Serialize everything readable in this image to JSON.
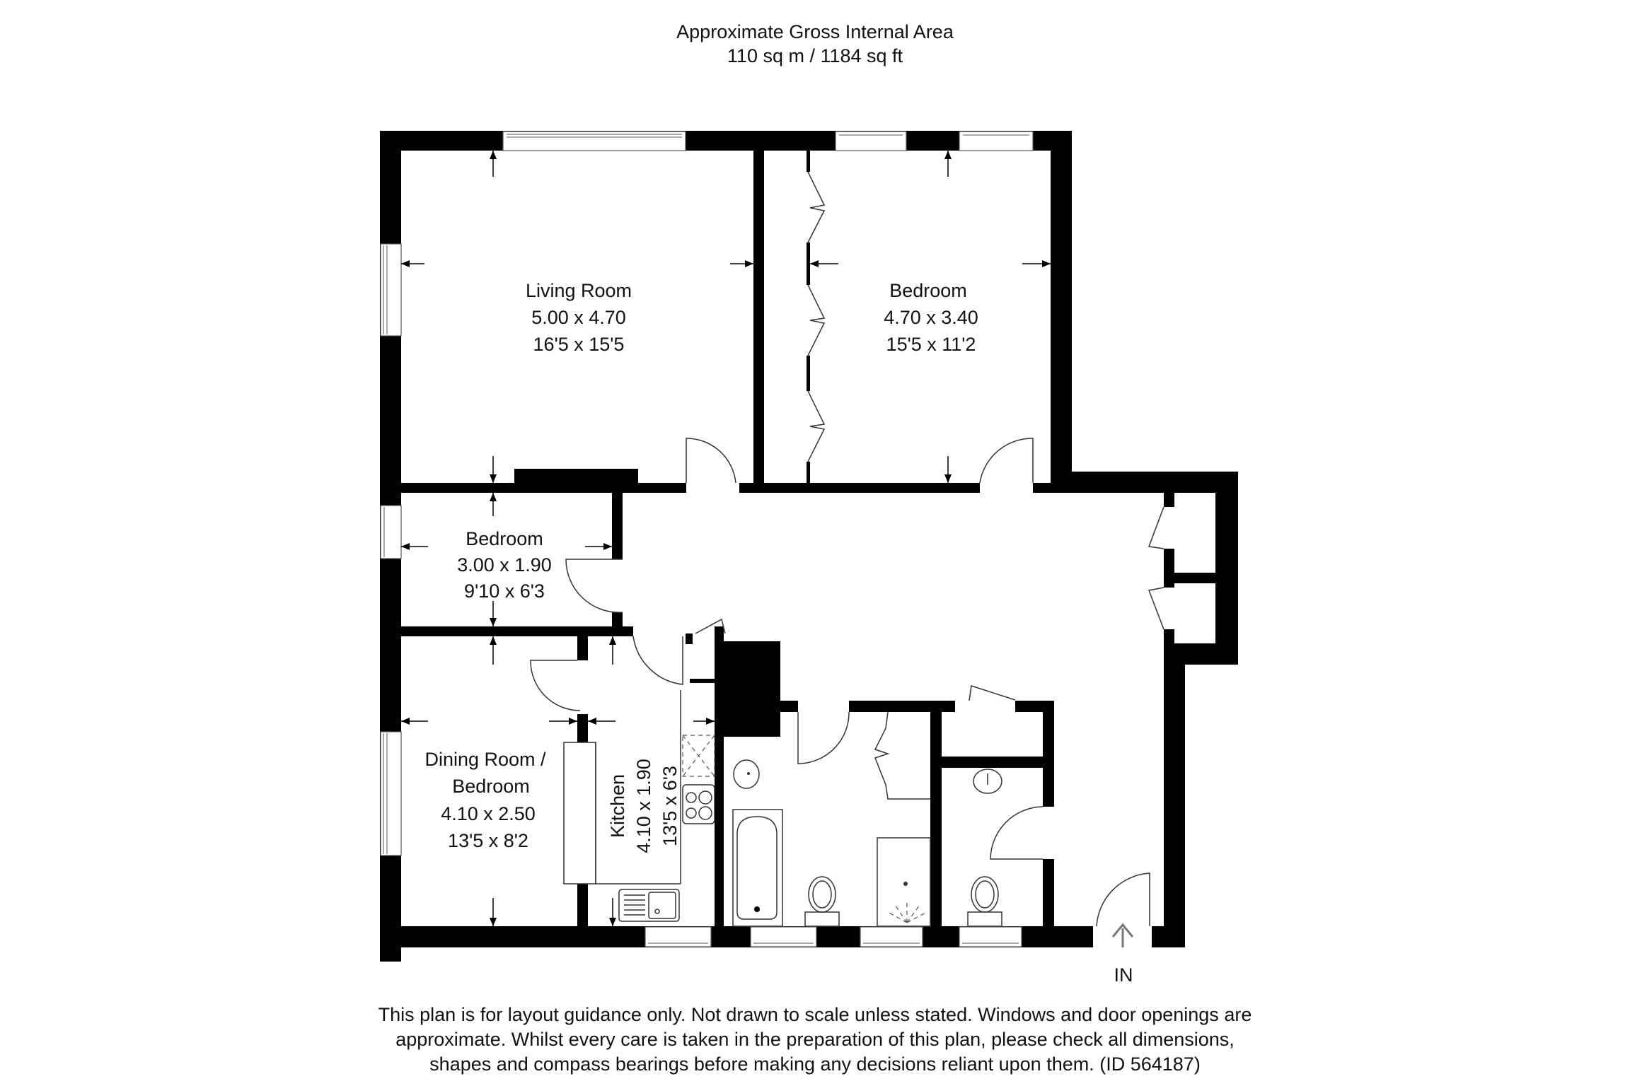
{
  "header": {
    "title_line1": "Approximate Gross Internal Area",
    "title_line2": "110 sq m / 1184 sq ft"
  },
  "rooms": [
    {
      "name": "Living Room",
      "metric": "5.00 x 4.70",
      "imperial": "16'5 x 15'5"
    },
    {
      "name": "Bedroom",
      "metric": "4.70 x 3.40",
      "imperial": "15'5 x 11'2"
    },
    {
      "name": "Bedroom",
      "metric": "3.00 x 1.90",
      "imperial": "9'10 x 6'3"
    },
    {
      "name_line1": "Dining Room /",
      "name_line2": "Bedroom",
      "metric": "4.10 x 2.50",
      "imperial": "13'5 x 8'2"
    },
    {
      "name": "Kitchen",
      "metric": "4.10 x 1.90",
      "imperial": "13'5 x 6'3"
    }
  ],
  "entrance": {
    "label": "IN",
    "icon": "arrow-up-icon"
  },
  "fixtures": [
    "hob-icon",
    "sink-icon",
    "bath-icon",
    "toilet-icon",
    "shower-icon",
    "washbasin-icon",
    "wardrobe-icon",
    "fireplace-icon"
  ],
  "colors": {
    "wall": "#000000",
    "background": "#ffffff",
    "line": "#333333"
  },
  "footer": {
    "line1": "This plan is for layout guidance only. Not drawn to scale unless stated. Windows and door openings are",
    "line2": "approximate. Whilst every care is taken in the preparation of this plan, please check all dimensions,",
    "line3": "shapes and compass bearings before making any decisions reliant upon them. (ID 564187)"
  }
}
